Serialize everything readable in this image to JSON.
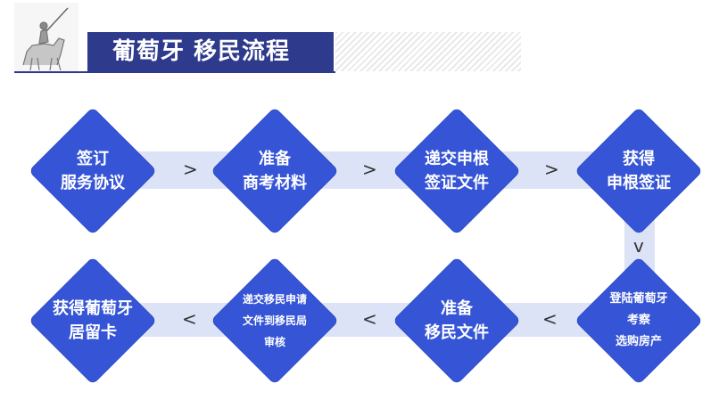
{
  "header": {
    "title": "葡萄牙  移民流程"
  },
  "steps": [
    {
      "lines": [
        "签订",
        "服务协议"
      ]
    },
    {
      "lines": [
        "准备",
        "商考材料"
      ]
    },
    {
      "lines": [
        "递交申根",
        "签证文件"
      ]
    },
    {
      "lines": [
        "获得",
        "申根签证"
      ]
    },
    {
      "lines": [
        "登陆葡萄牙",
        "考察",
        "选购房产"
      ]
    },
    {
      "lines": [
        "准备",
        "移民文件"
      ]
    },
    {
      "lines": [
        "递交移民申请",
        "文件到移民局",
        "审核"
      ]
    },
    {
      "lines": [
        "获得葡萄牙",
        "居留卡"
      ]
    }
  ],
  "arrows": {
    "right": ">",
    "left": "<",
    "down": "v"
  },
  "colors": {
    "node": "#3655d6",
    "band": "#dde3f7",
    "title_bg": "#2e3a8c"
  }
}
